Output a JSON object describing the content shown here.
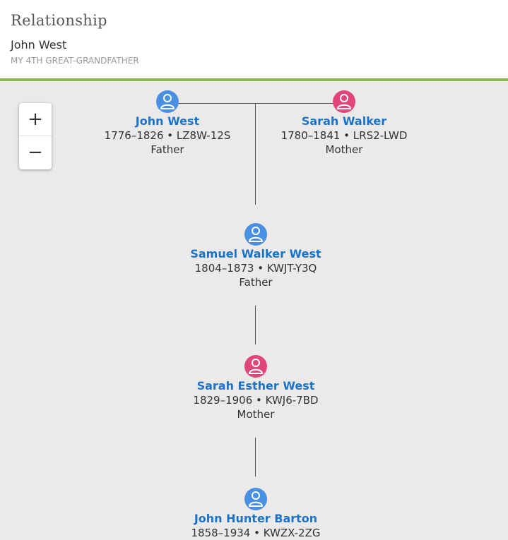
{
  "header": {
    "title": "Relationship",
    "name": "John West",
    "relation": "MY 4TH GREAT-GRANDFATHER"
  },
  "colors": {
    "accent": "#8db552",
    "male": "#4a90e2",
    "female": "#e0457b",
    "link": "#1a73c8"
  },
  "zoom": {
    "in_label": "+",
    "out_label": "−"
  },
  "people": [
    {
      "name": "John West",
      "dates": "1776–1826 • LZ8W-12S",
      "relation": "Father",
      "gender": "male"
    },
    {
      "name": "Sarah Walker",
      "dates": "1780–1841 • LRS2-LWD",
      "relation": "Mother",
      "gender": "female"
    },
    {
      "name": "Samuel Walker West",
      "dates": "1804–1873 • KWJT-Y3Q",
      "relation": "Father",
      "gender": "male"
    },
    {
      "name": "Sarah Esther West",
      "dates": "1829–1906 • KWJ6-7BD",
      "relation": "Mother",
      "gender": "female"
    },
    {
      "name": "John Hunter Barton",
      "dates": "1858–1934 • KWZX-2ZG",
      "relation": "",
      "gender": "male"
    }
  ]
}
